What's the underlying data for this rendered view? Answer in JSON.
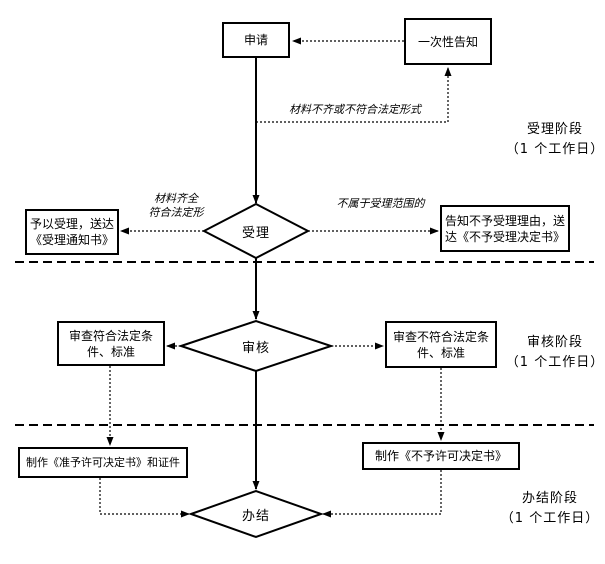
{
  "diagram": {
    "nodes": {
      "apply": "申请",
      "one_time_notice": "一次性告知",
      "accept": "受理",
      "review": "审核",
      "complete": "办结",
      "accept_notice": "予以受理，送达《受理通知书》",
      "reject_notice": "告知不予受理理由，送达《不予受理决定书》",
      "review_pass": "审查符合法定条件、标准",
      "review_fail": "审查不符合法定条件、标准",
      "make_permit": "制作《准予许可决定书》和证件",
      "make_denial": "制作《不予许可决定书》"
    },
    "edge_labels": {
      "materials_incomplete": "材料不齐或不符合法定形式",
      "materials_ok": "材料齐全\n符合法定形",
      "out_of_scope": "不属于受理范围的"
    },
    "stages": [
      {
        "label": "受理阶段",
        "duration": "（1 个工作日）"
      },
      {
        "label": "审核阶段",
        "duration": "（1 个工作日）"
      },
      {
        "label": "办结阶段",
        "duration": "（1 个工作日）"
      }
    ],
    "colors": {
      "line": "#000000",
      "background": "#ffffff",
      "node_fill": "#ffffff"
    }
  }
}
